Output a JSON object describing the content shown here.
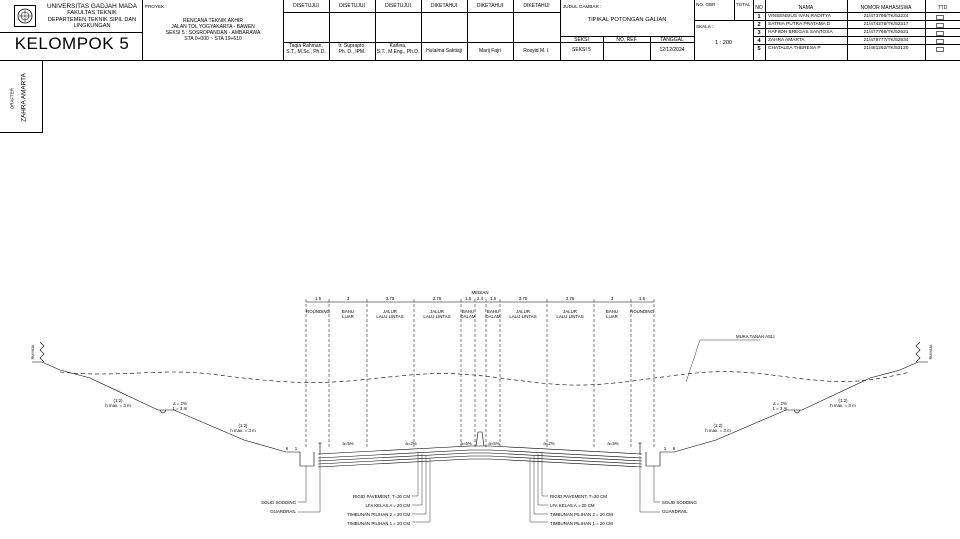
{
  "title_block": {
    "university": [
      "UNIVERSITAS GADJAH MADA",
      "FAKULTAS TEKNIK",
      "DEPARTEMEN TEKNIK SIPIL DAN",
      "LINGKUNGAN"
    ],
    "group": "KELOMPOK 5",
    "project_label": "PROYEK :",
    "project_lines": [
      "RENCANA TEKNIK AKHIR",
      "JALAN TOL YOGYAKARTA - BAWEN",
      "SEKSI 5 : SOSROPANDAN - AMBARAWA",
      "STA 0+000 ~ STA 19+610"
    ],
    "approvals": [
      {
        "role": "DISETUJUI",
        "name": [
          "Taqia Rahman,",
          "S.T., M.Sc., Ph.D."
        ]
      },
      {
        "role": "DISETUJUI",
        "name": [
          "Ir. Suprapto,",
          "Ph. D., IPM."
        ]
      },
      {
        "role": "DISETUJUI",
        "name": [
          "Karlina,",
          "S.T., M.Eng., Ph.D."
        ]
      },
      {
        "role": "DIKETAHUI",
        "name": [
          "Hulaima Saktiaji"
        ]
      },
      {
        "role": "DIKETAHUI",
        "name": [
          "Marij Fajri"
        ]
      },
      {
        "role": "DIKETAHUI",
        "name": [
          "Rosyid M. I."
        ]
      }
    ],
    "drawing_title_label": "JUDUL GAMBAR :",
    "drawing_title": "TIPIKAL POTONGAN GALIAN",
    "seksi_label": "SEKSI",
    "noref_label": "NO. REF",
    "tanggal_label": "TANGGAL",
    "seksi_value": "SEKSI 5",
    "tanggal_value": "12/12/2024",
    "nogbr_label": "NO. GBR :",
    "total_label": "TOTAL",
    "skala_label": "SKALA :",
    "skala_value": "1 : 200",
    "students_header": {
      "no": "NO",
      "nama": "NAMA",
      "nim": "NOMOR MAHASISWA",
      "ttd": "TTD"
    },
    "students": [
      {
        "no": "1",
        "nama": "VINSENSIUS IVAN RADITYA",
        "nim": "21/473796/TK/52224"
      },
      {
        "no": "2",
        "nama": "SATRIA PUTRA PRATAMA D",
        "nim": "21/474278/TK/52317"
      },
      {
        "no": "3",
        "nama": "HAFIIDH BREGAS SANTOSA",
        "nim": "21/477766/TK/52621"
      },
      {
        "no": "4",
        "nama": "ZAHRA AMARTA",
        "nim": "21/479777/TK/52934"
      },
      {
        "no": "5",
        "nama": "CHATALEA THERESA P",
        "nim": "21/481262/TK/53120"
      }
    ]
  },
  "drafter_label": "DRAFTER",
  "drafter_name": "ZAHRA AMARTA",
  "section": {
    "median_label": "MEDIAN",
    "dims": [
      "1.5",
      "3",
      "3.75",
      "3.75",
      "1.5",
      "2.4",
      "1.5",
      "3.75",
      "3.75",
      "3",
      "1.5"
    ],
    "zones": [
      "ROUNDING",
      "BAHU\nLUAR",
      "JALUR\nLALU LINTAS",
      "JALUR\nLALU LINTAS",
      "BAHU\nDALAM",
      "BAHU\nDALAM",
      "JALUR\nLALU LINTAS",
      "JALUR\nLALU LINTAS",
      "BAHU\nLUAR",
      "ROUNDING"
    ],
    "muka_tanah": "MUKA TANAH ASLI",
    "rumija": "RUMIJA",
    "left_slope_upper": [
      "(1:2)",
      "h max. = 3 m"
    ],
    "left_slope_lower": [
      "(1:2)",
      "h max. = 3 m"
    ],
    "right_slope_upper": [
      "(1:2)",
      "h max. = 3 m"
    ],
    "right_slope_lower": [
      "(1:2)",
      "h max. = 3 m"
    ],
    "bench_left": [
      "a = 2%",
      "L = 3 m"
    ],
    "bench_right": [
      "a = 2%",
      "L = 3 m"
    ],
    "slopes": [
      "a=5%",
      "a=2%",
      "a=5%",
      "a=5%",
      "a=2%",
      "a=5%"
    ],
    "shoulder_small": [
      "6",
      "1",
      "1",
      "6"
    ],
    "left_callouts": [
      "SOLID SODDING",
      "GUARDRAIL"
    ],
    "right_callouts": [
      "SOLID SODDING",
      "GUARDRAIL"
    ],
    "pavement_left": [
      "RIGID PAVEMENT, T=30 CM",
      "LFA KELAS A = 20 CM",
      "TIMBUNAN PILIHAN 2 = 20 CM",
      "TIMBUNAN PILIHAN 1 = 20 CM"
    ],
    "pavement_right": [
      "RIGID PAVEMENT, T=30 CM",
      "LFA KELAS A = 20 CM",
      "TIMBUNAN PILIHAN 2 = 20 CM",
      "TIMBUNAN PILIHAN 1 = 20 CM"
    ]
  }
}
